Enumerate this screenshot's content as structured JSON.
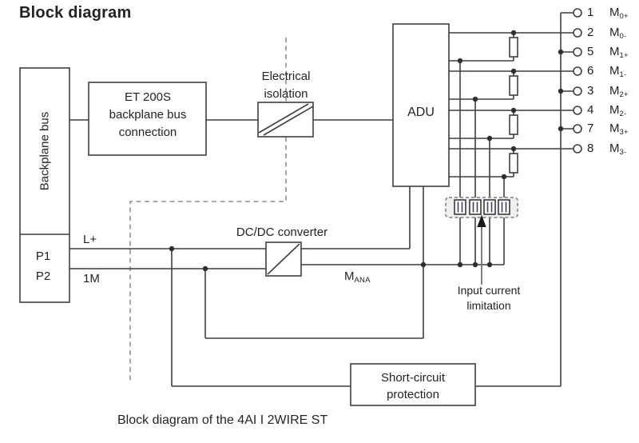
{
  "title": "Block diagram",
  "caption": "Block diagram of the 4AI I 2WIRE ST",
  "colors": {
    "line": "#3f3f3f",
    "text": "#232323",
    "dashed_boundary": "#8f8f8f",
    "limitation_bar": "#3c3c66"
  },
  "blocks": {
    "backplane": {
      "label": "Backplane bus",
      "p1": "P1",
      "p2": "P2"
    },
    "et200s": {
      "line1": "ET 200S",
      "line2": "backplane bus",
      "line3": "connection"
    },
    "isolation": {
      "line1": "Electrical",
      "line2": "isolation"
    },
    "adu": {
      "label": "ADU"
    },
    "dcdc": {
      "label": "DC/DC converter"
    },
    "short_circuit": {
      "line1": "Short-circuit",
      "line2": "protection"
    },
    "limitation": {
      "line1": "Input current",
      "line2": "limitation"
    }
  },
  "signals": {
    "l_plus": "L+",
    "m1": "1M",
    "m_ana": {
      "main": "M",
      "sub": "ANA"
    }
  },
  "terminals": [
    {
      "num": "1",
      "main": "M",
      "sub": "0+"
    },
    {
      "num": "2",
      "main": "M",
      "sub": "0-"
    },
    {
      "num": "5",
      "main": "M",
      "sub": "1+"
    },
    {
      "num": "6",
      "main": "M",
      "sub": "1-"
    },
    {
      "num": "3",
      "main": "M",
      "sub": "2+"
    },
    {
      "num": "4",
      "main": "M",
      "sub": "2-"
    },
    {
      "num": "7",
      "main": "M",
      "sub": "3+"
    },
    {
      "num": "8",
      "main": "M",
      "sub": "3-"
    }
  ]
}
